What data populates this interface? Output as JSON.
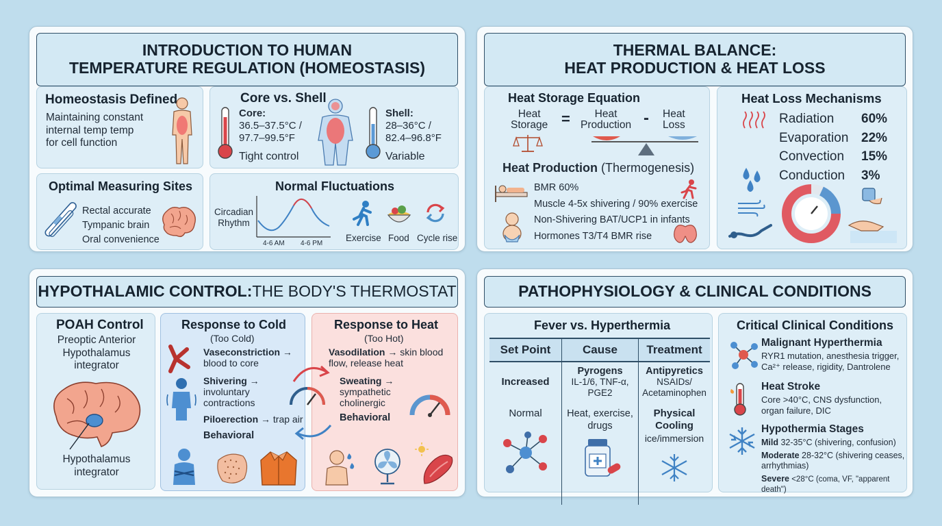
{
  "intro": {
    "title_line1": "INTRODUCTION TO HUMAN",
    "title_line2": "TEMPERATURE REGULATION (HOMEOSTASIS)",
    "homeostasis": {
      "heading": "Homeostasis Defined",
      "text1": "Maintaining constant",
      "text2": "internal temp temp",
      "text3": "for cell function"
    },
    "core_shell": {
      "heading": "Core vs. Shell",
      "core_label": "Core:",
      "core_c": "36.5–37.5°C /",
      "core_f": "97.7–99.5°F",
      "core_note": "Tight control",
      "shell_label": "Shell:",
      "shell_c": "28–36°C /",
      "shell_f": "82.4–96.8°F",
      "shell_note": "Variable"
    },
    "measuring": {
      "heading": "Optimal Measuring Sites",
      "items": [
        "Rectal accurate",
        "Tympanic brain",
        "Oral convenience"
      ]
    },
    "fluctuations": {
      "heading": "Normal Fluctuations",
      "circadian_1": "Circadian",
      "circadian_2": "Rhythm",
      "am": "4-6 AM",
      "pm": "4-6 PM",
      "exercise": "Exercise",
      "food": "Food",
      "cycle": "Cycle rise"
    }
  },
  "balance": {
    "title_line1": "THERMAL BALANCE:",
    "title_line2": "HEAT PRODUCTION & HEAT LOSS",
    "storage": {
      "heading": "Heat Storage Equation",
      "a1": "Heat",
      "a2": "Storage",
      "eq": "=",
      "b1": "Heat",
      "b2": "Production",
      "minus": "-",
      "c1": "Heat",
      "c2": "Loss"
    },
    "production": {
      "heading_bold": "Heat Production",
      "heading_rest": " (Thermogenesis)",
      "items": [
        "BMR 60%",
        "Muscle 4-5x shivering / 90% exercise",
        "Non-Shivering BAT/UCP1 in infants",
        "Hormones T3/T4 BMR rise"
      ]
    },
    "loss": {
      "heading": "Heat Loss Mechanisms",
      "rows": [
        {
          "label": "Radiation",
          "value": "60%"
        },
        {
          "label": "Evaporation",
          "value": "22%"
        },
        {
          "label": "Convection",
          "value": "15%"
        },
        {
          "label": "Conduction",
          "value": "3%"
        }
      ]
    }
  },
  "hypo": {
    "title_bold": "HYPOTHALAMIC CONTROL:",
    "title_rest": " THE BODY'S THERMOSTAT",
    "poah": {
      "heading": "POAH Control",
      "l1": "Preoptic Anterior",
      "l2": "Hypothalamus",
      "l3": "integrator",
      "brain_l1": "Hypothalamus",
      "brain_l2": "integrator"
    },
    "cold": {
      "heading": "Response to Cold",
      "sub": "(Too Cold)",
      "vaso_b": "Vaseconstriction →",
      "vaso_r": "blood to core",
      "shiv_b": "Shivering →",
      "shiv_r1": "involuntary",
      "shiv_r2": "contractions",
      "pilo_b": "Piloerection",
      "pilo_r": " → trap air",
      "behav": "Behavioral"
    },
    "heat": {
      "heading": "Response to Heat",
      "sub": "(Too Hot)",
      "vaso_b": "Vasodilation",
      "vaso_r1": " → skin blood",
      "vaso_r2": "flow, release heat",
      "sweat_b": "Sweating →",
      "sweat_r1": "sympathetic",
      "sweat_r2": "cholinergic",
      "behav": "Behavioral"
    }
  },
  "patho": {
    "title": "PATHOPHYSIOLOGY & CLINICAL CONDITIONS",
    "fever": {
      "heading": "Fever vs. Hyperthermia",
      "headers": [
        "Set Point",
        "Cause",
        "Treatment"
      ],
      "row1": {
        "set": "Increased",
        "cause1": "Pyrogens",
        "cause2": "IL-1/6, TNF-α,",
        "cause3": "PGE2",
        "tx1": "Antipyretics",
        "tx2": "NSAIDs/",
        "tx3": "Acetaminophen"
      },
      "row2": {
        "set": "Normal",
        "cause1": "Heat, exercise,",
        "cause2": "drugs",
        "tx1": "Physical",
        "tx2": "Cooling",
        "tx3": "ice/immersion"
      }
    },
    "critical": {
      "heading": "Critical Clinical Conditions",
      "mh_title": "Malignant Hyperthermia",
      "mh_1": "RYR1 mutation, anesthesia trigger,",
      "mh_2": "Ca²⁺ release, rigidity, Dantrolene",
      "hs_title": "Heat Stroke",
      "hs_1": "Core >40°C, CNS dysfunction,",
      "hs_2": "organ failure, DIC",
      "hy_title": "Hypothermia Stages",
      "mild_b": "Mild",
      "mild_r": " 32-35°C (shivering, confusion)",
      "mod_b": "Moderate",
      "mod_r1": " 28-32°C (shivering ceases,",
      "mod_r2": "arrhythmias)",
      "sev_b": "Severe",
      "sev_r": " <28°C (coma, VF, \"apparent death\")"
    }
  },
  "colors": {
    "background": "#bfdded",
    "card": "#deeef7",
    "cold_panel": "#d9e9f8",
    "heat_panel": "#fbe0de",
    "accent_red": "#d9454a",
    "accent_blue": "#3f82c4"
  }
}
